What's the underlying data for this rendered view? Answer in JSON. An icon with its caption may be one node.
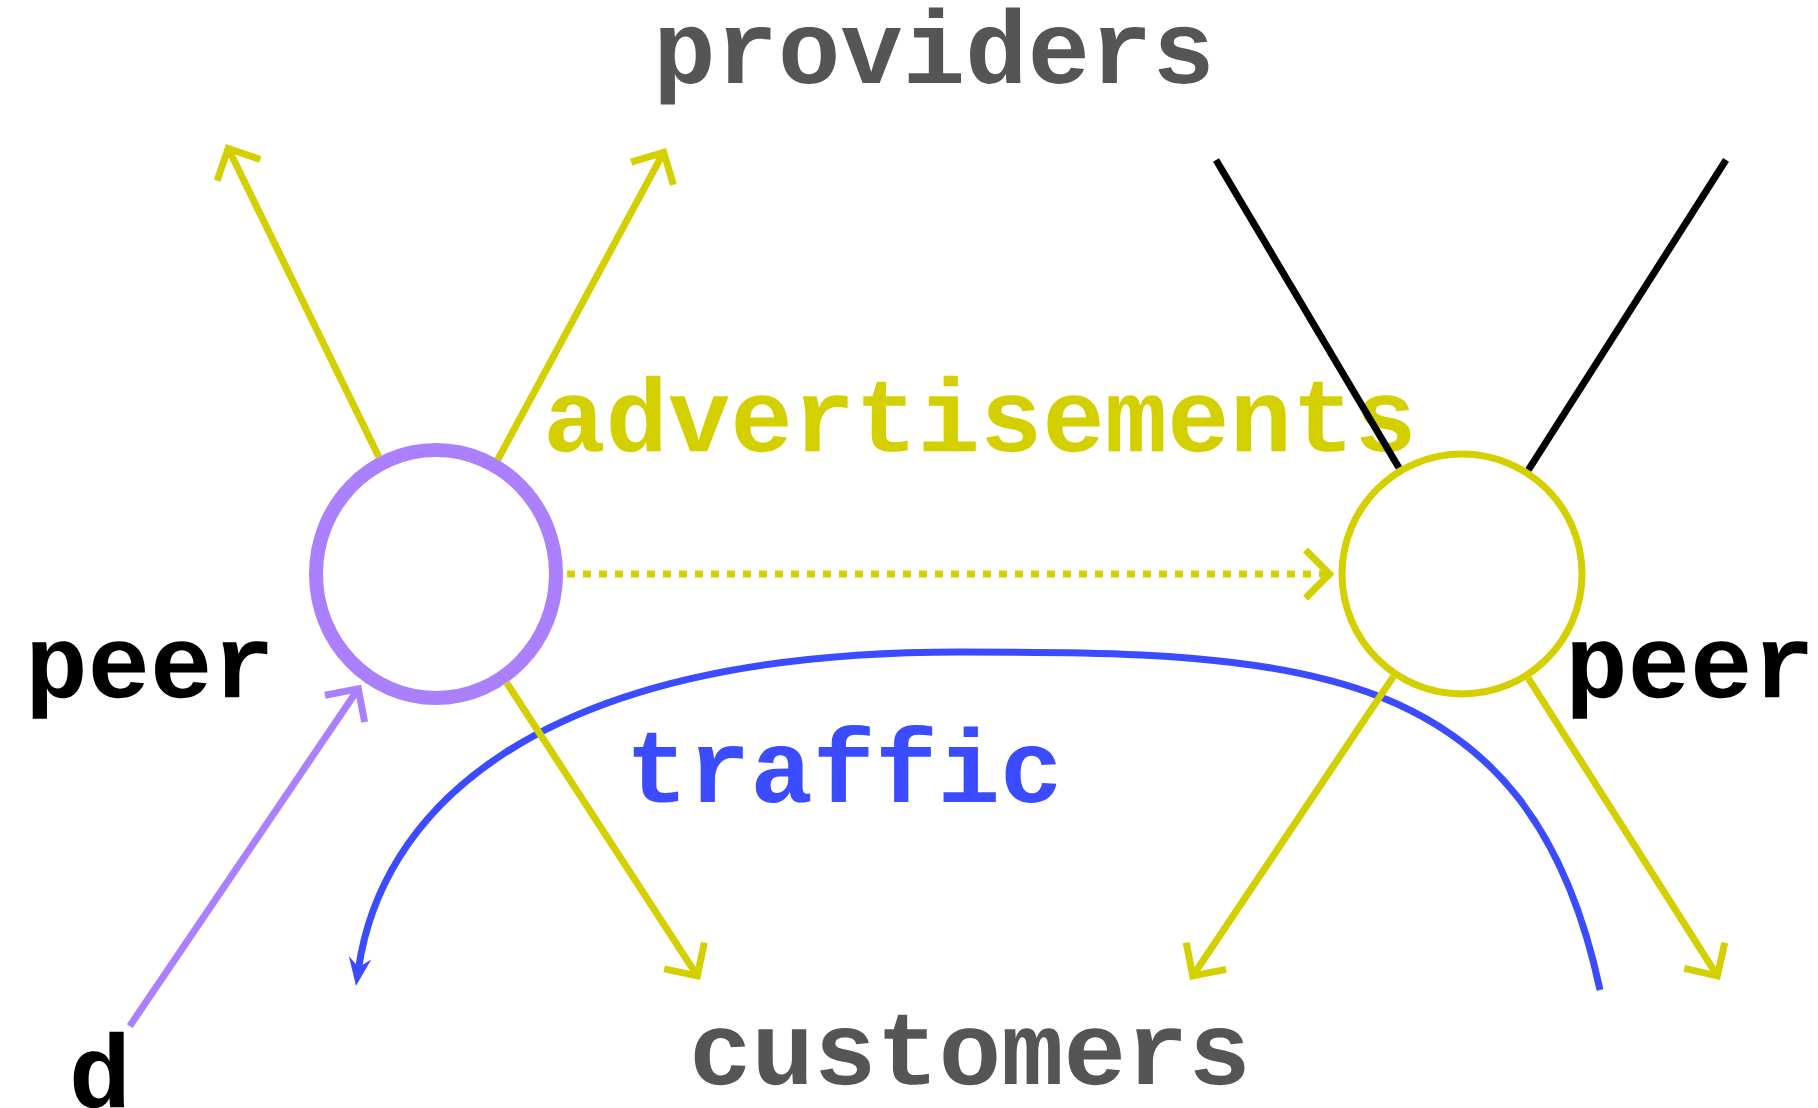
{
  "diagram": {
    "nodes": [
      {
        "text": [],
        "shape": "circle",
        "beside": [
          "peer"
        ]
      },
      {
        "text": [],
        "shape": "circle",
        "beside": [
          "peer"
        ]
      },
      {
        "text": [
          "d"
        ]
      }
    ],
    "edges": [
      {
        "from": 0,
        "to": null,
        "arrow": "to"
      },
      {
        "from": 0,
        "to": null,
        "arrow": "to"
      },
      {
        "from": 0,
        "to": null,
        "arrow": "to"
      },
      {
        "from": 0,
        "to": 1,
        "arrow": "to",
        "style": "dashed"
      },
      {
        "from": 2,
        "to": 0,
        "arrow": "to",
        "color": "#aa80ff"
      },
      {
        "from": 1,
        "to": null,
        "arrow": "to"
      },
      {
        "from": 1,
        "to": null,
        "arrow": "to"
      },
      {
        "from": null,
        "to": 1,
        "arrow": "none",
        "color": "#000000"
      },
      {
        "from": null,
        "to": 1,
        "arrow": "none",
        "color": "#000000"
      }
    ],
    "labels": [
      "providers",
      "advertisements",
      "traffic",
      "customers"
    ]
  }
}
